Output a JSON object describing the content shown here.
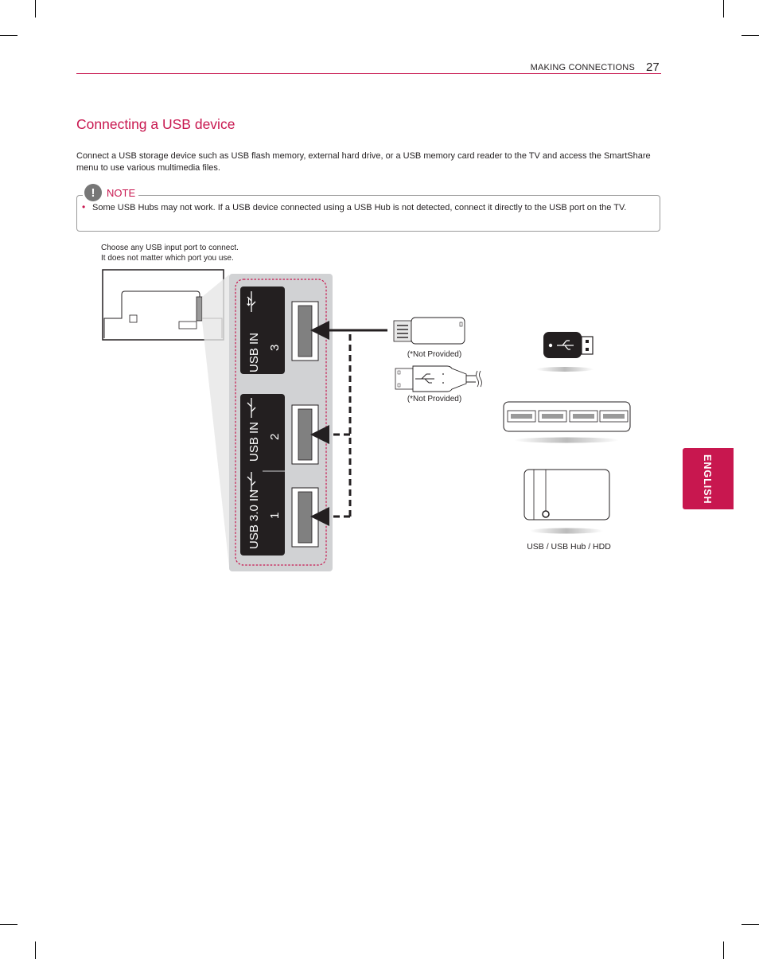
{
  "header": {
    "section": "MAKING CONNECTIONS",
    "page_number": "27"
  },
  "title": "Connecting a USB device",
  "intro": "Connect a USB storage device such as USB flash memory, external hard drive, or a USB memory card reader to the TV and access the SmartShare menu to use various multimedia files.",
  "note": {
    "label": "NOTE",
    "badge": "!",
    "bullet": "•",
    "text": "Some USB Hubs may not work. If a USB device connected using a USB Hub is not detected, connect it directly to the USB port on the TV."
  },
  "diagram": {
    "instruction_line1": "Choose any USB input port to connect.",
    "instruction_line2": "It does not matter which port you use.",
    "port3_label": "USB IN",
    "port3_number": "3",
    "port2_label": "USB IN",
    "port2_number": "2",
    "port1_label": "USB 3.0 IN",
    "port1_number": "1",
    "not_provided_1": "(*Not Provided)",
    "not_provided_2": "(*Not Provided)",
    "devices_caption": "USB / USB Hub / HDD"
  },
  "side_tab": {
    "label": "ENGLISH"
  },
  "colors": {
    "accent": "#c8174f",
    "panel_dark": "#231f20",
    "panel_gray": "#d1d2d4"
  }
}
